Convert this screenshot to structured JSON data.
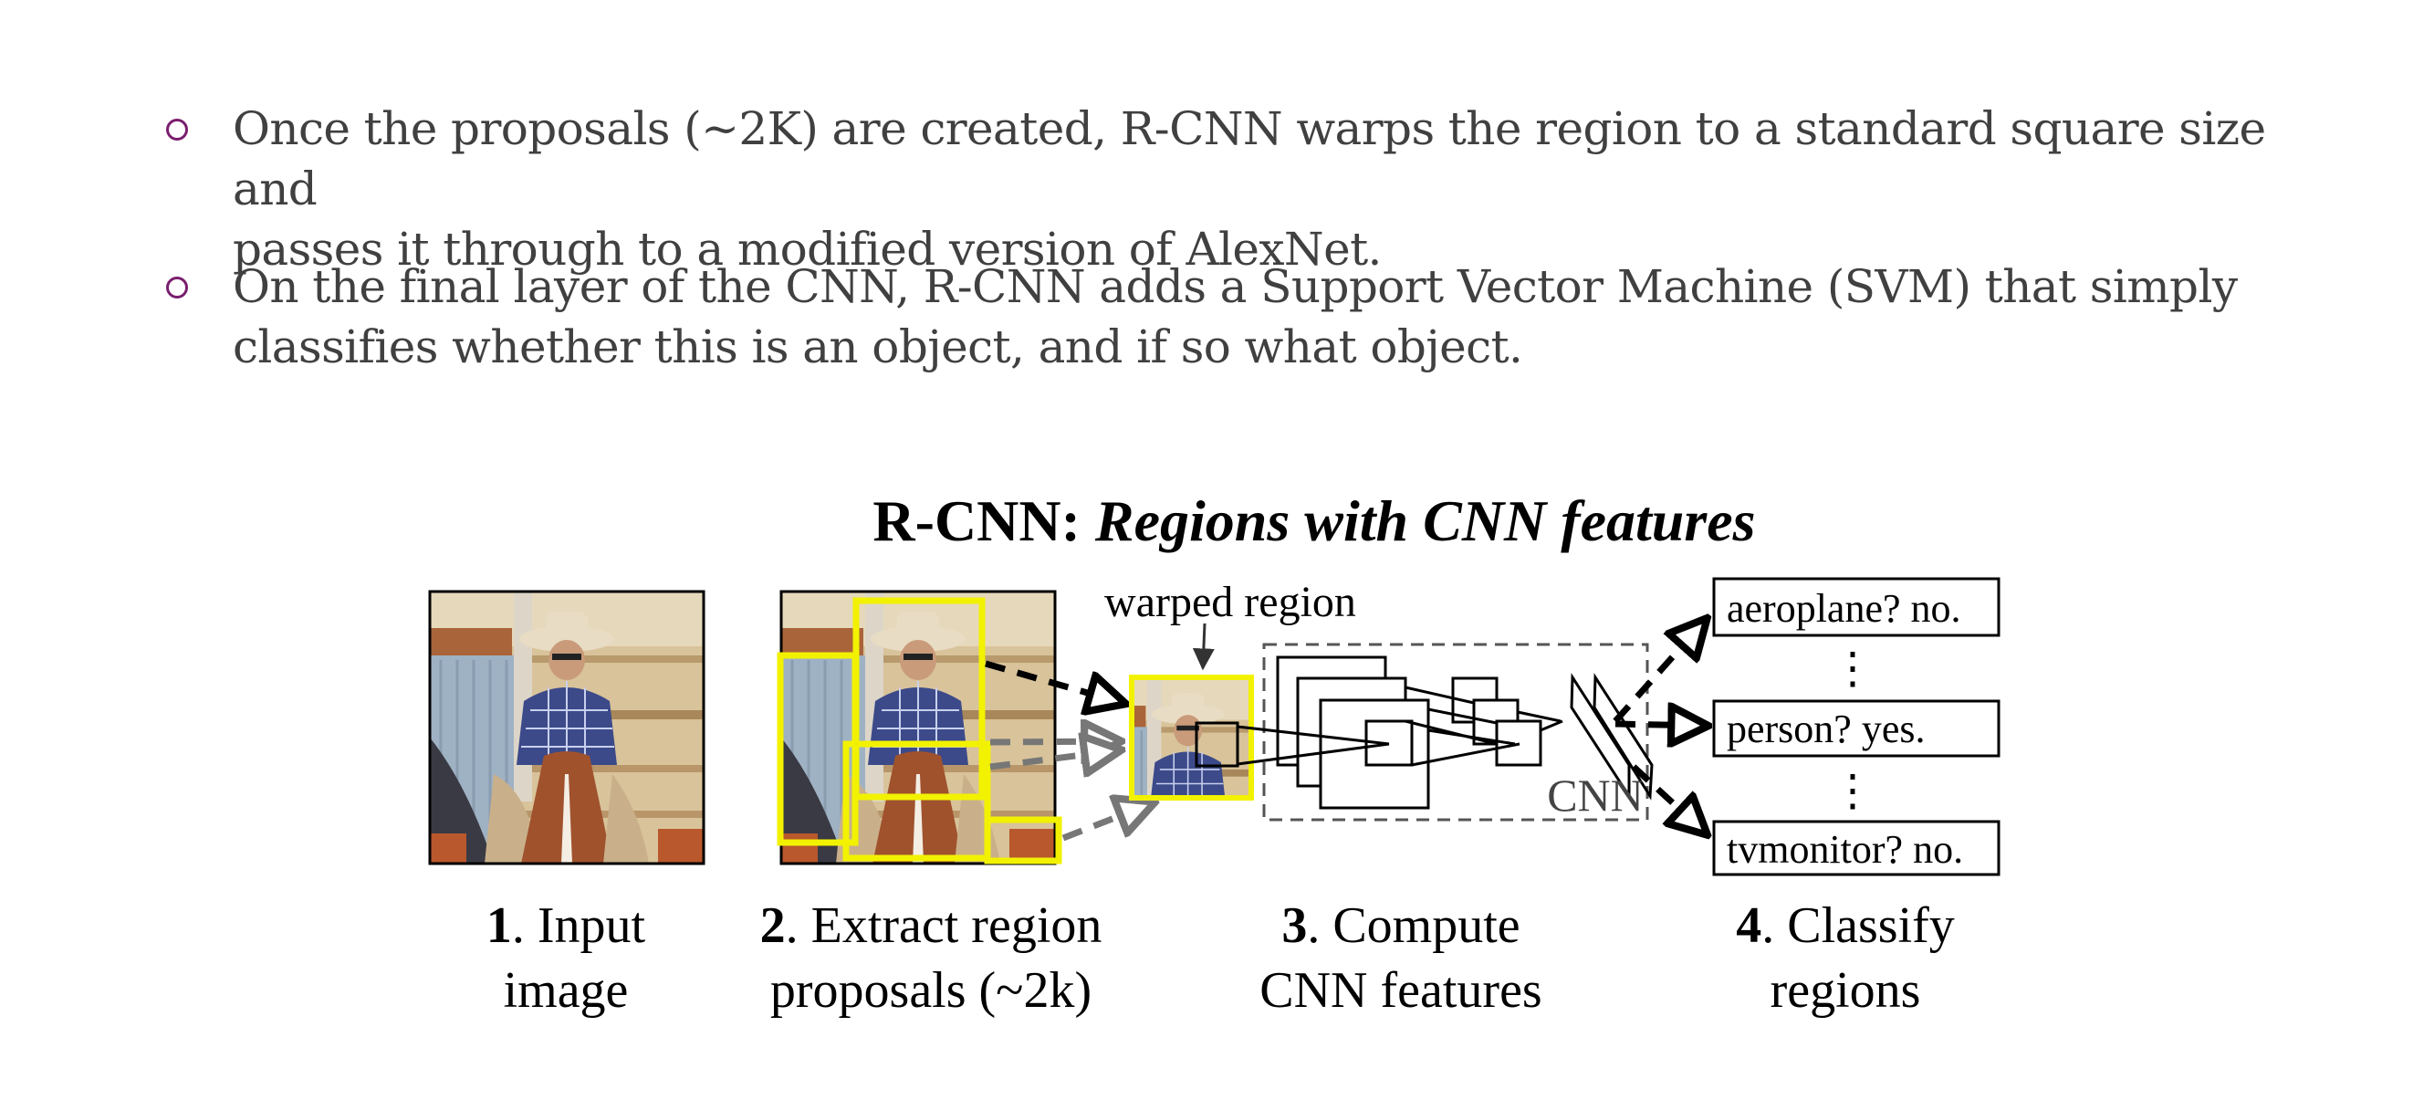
{
  "bullets": [
    {
      "marker": "hollow-circle",
      "lines": [
        "Once the proposals (~2K) are created, R-CNN warps the region to a standard square size and",
        "passes it through to a modified version of AlexNet."
      ]
    },
    {
      "marker": "hollow-circle",
      "lines": [
        "On the final layer of the CNN, R-CNN adds a Support Vector Machine (SVM) that simply",
        "classifies whether this is an object, and if so what object."
      ]
    }
  ],
  "colors": {
    "text": "#404040",
    "bullet": "#7a1e6e",
    "proposal_box": "#f2f200",
    "diagram_ink": "#000000",
    "dashed_gray": "#666666"
  },
  "figure": {
    "title_bold": "R-CNN:",
    "title_italic": "Regions with CNN features",
    "warped_region_label": "warped region",
    "cnn_label": "CNN",
    "classifications": [
      {
        "text": "aeroplane? no."
      },
      {
        "text": "person? yes."
      },
      {
        "text": "tvmonitor? no."
      }
    ],
    "ellipsis": "⋮",
    "steps": [
      {
        "number": "1",
        "line1": ". Input",
        "line2": "image"
      },
      {
        "number": "2",
        "line1": ". Extract region",
        "line2": "proposals (~2k)"
      },
      {
        "number": "3",
        "line1": ". Compute",
        "line2": "CNN features"
      },
      {
        "number": "4",
        "line1": ". Classify",
        "line2": "regions"
      }
    ],
    "images": {
      "input": "photo of cowboy riding horse",
      "proposals": "same photo with yellow region proposal boxes",
      "warped": "cropped warped person region"
    }
  }
}
